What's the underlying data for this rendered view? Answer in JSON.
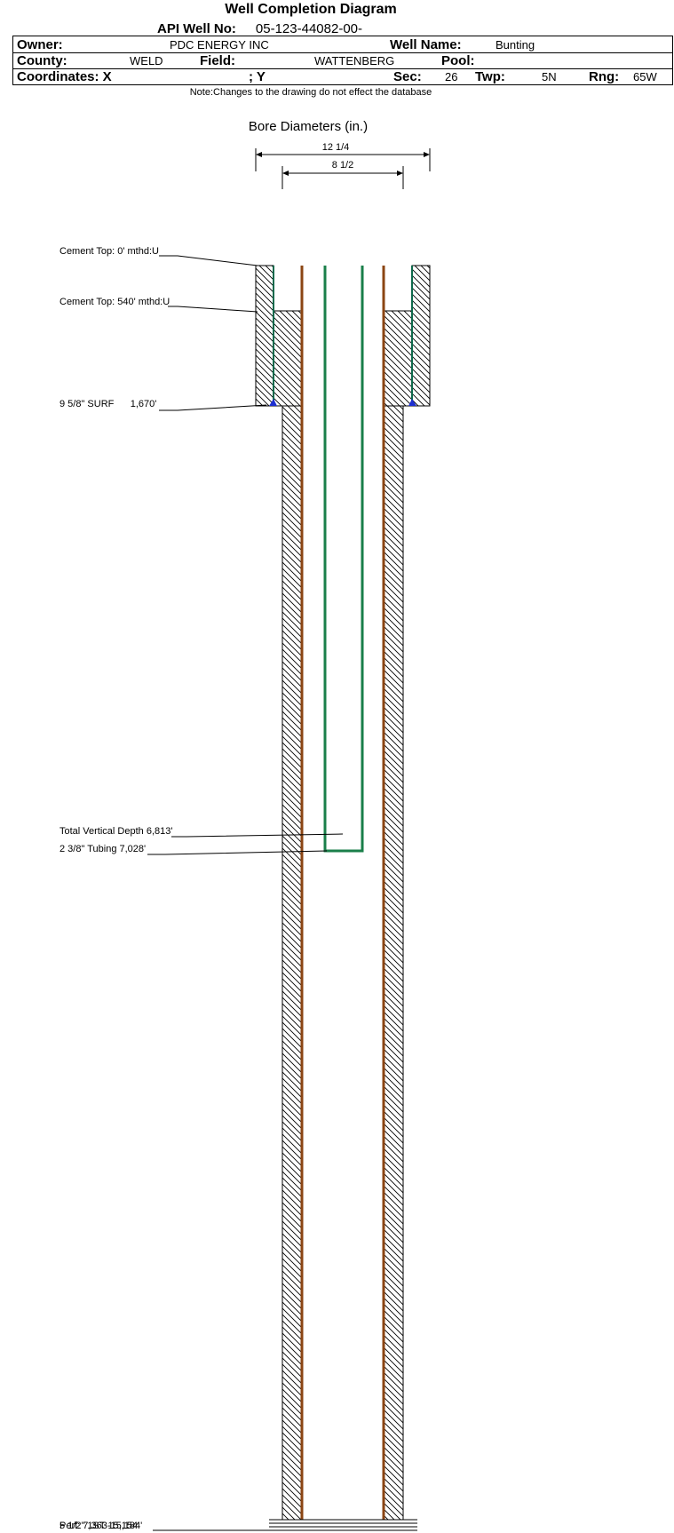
{
  "title": "Well Completion Diagram",
  "api": {
    "label": "API Well No:",
    "value": "05-123-44082-00-"
  },
  "header": {
    "owner_label": "Owner:",
    "owner": "PDC ENERGY INC",
    "well_name_label": "Well Name:",
    "well_name": "Bunting",
    "county_label": "County:",
    "county": "WELD",
    "field_label": "Field:",
    "field": "WATTENBERG",
    "pool_label": "Pool:",
    "pool": "",
    "coordinates_label": "Coordinates: X",
    "y_label": "; Y",
    "sec_label": "Sec:",
    "sec": "26",
    "twp_label": "Twp:",
    "twp": "5N",
    "rng_label": "Rng:",
    "rng": "65W"
  },
  "note": "Note:Changes to the drawing do not effect the database",
  "diagram": {
    "bore_title": "Bore Diameters (in.)",
    "bore_outer": "12 1/4",
    "bore_inner": "8 1/2",
    "labels": {
      "cement_top_1": "Cement Top: 0' mthd:U",
      "cement_top_2": "Cement Top: 540' mthd:U",
      "surface_casing": "9 5/8\" SURF      1,670'",
      "tvd": "Total Vertical Depth 6,813'",
      "tubing": "2 3/8\" Tubing 7,028'",
      "bottom": "5 1/2\" 1ST    15,154'",
      "bottom_overlap": "Perf: 7,363-15,184'"
    },
    "colors": {
      "casing": "#8B4513",
      "tubing": "#1a7f4a",
      "surface_liner": "#0f6a4c",
      "shoe": "#1d2fd1",
      "hatch": "#000000"
    }
  }
}
